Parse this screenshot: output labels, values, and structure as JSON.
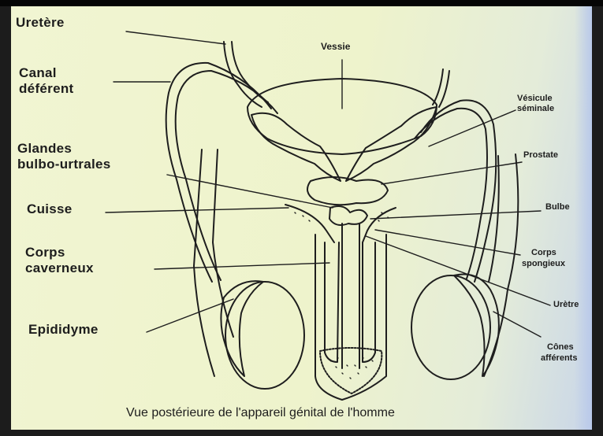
{
  "labels": {
    "uretere": "Uretère",
    "vessie": "Vessie",
    "canal_line1": "Canal",
    "canal_line2": "déférent",
    "vesicule_line1": "Vésicule",
    "vesicule_line2": "séminale",
    "glandes_line1": "Glandes",
    "glandes_line2": "bulbo-urtrales",
    "prostate": "Prostate",
    "cuisse": "Cuisse",
    "bulbe": "Bulbe",
    "corps_cav_line1": "Corps",
    "corps_cav_line2": "caverneux",
    "corps_spong_line1": "Corps",
    "corps_spong_line2": "spongieux",
    "uretre": "Urètre",
    "epididyme": "Epididyme",
    "cones_line1": "Cônes",
    "cones_line2": "afférents"
  },
  "caption": "Vue postérieure de l'appareil génital de l'homme"
}
